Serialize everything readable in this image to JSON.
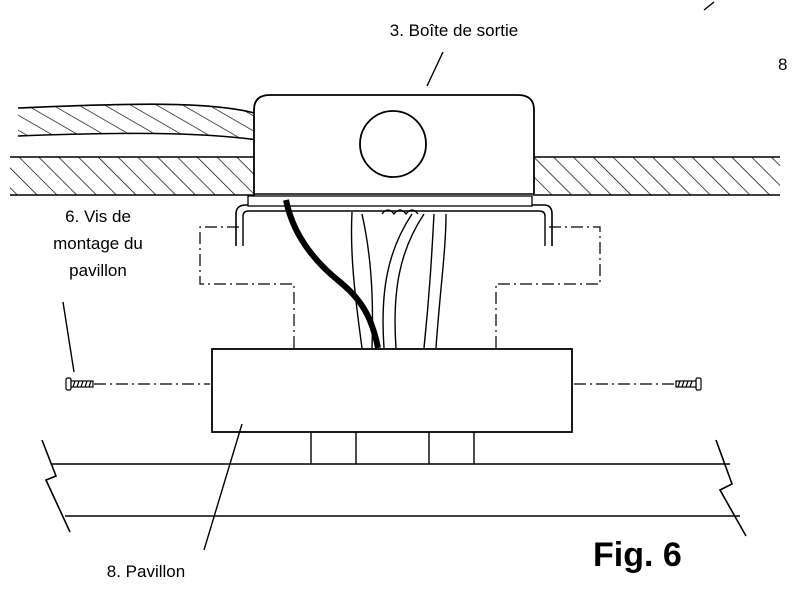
{
  "labels": {
    "outlet_box": "3. Boîte de sortie",
    "mounting_screw_line1": "6. Vis de",
    "mounting_screw_line2": "montage du",
    "mounting_screw_line3": "pavillon",
    "canopy": "8. Pavillon",
    "edge_fragment": "8"
  },
  "figure_title": "Fig. 6",
  "colors": {
    "line": "#000000",
    "background": "#ffffff"
  }
}
